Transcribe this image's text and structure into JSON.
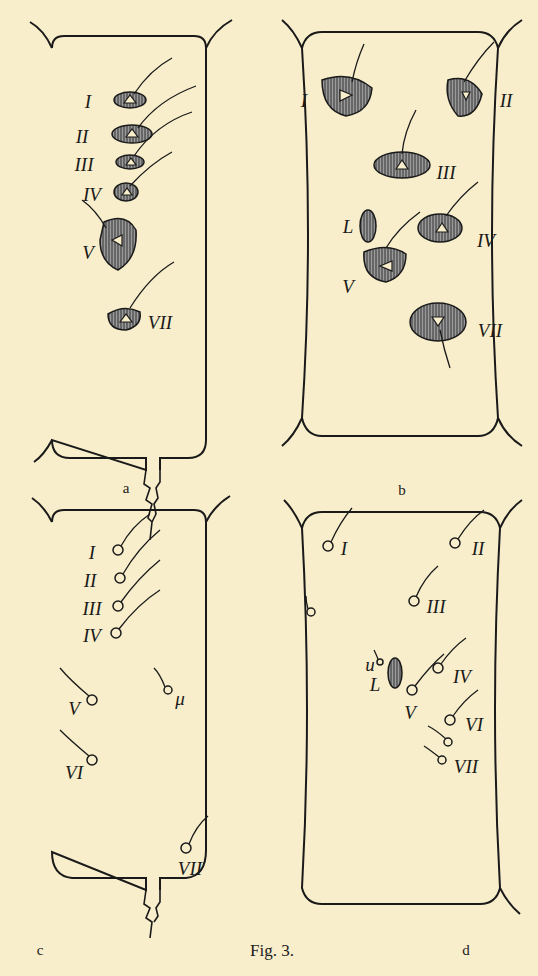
{
  "diagram": {
    "caption": "Fig. 3.",
    "labels": [
      "I",
      "II",
      "III",
      "IV",
      "V",
      "VII",
      "a",
      "I",
      "II",
      "III",
      "L",
      "IV",
      "V",
      "VII",
      "b",
      "I",
      "II",
      "III",
      "IV",
      "V",
      "VI",
      "μ",
      "VII",
      "c",
      "I",
      "II",
      "III",
      "u",
      "L",
      "IV",
      "V",
      "VI",
      "VII",
      "d"
    ]
  }
}
